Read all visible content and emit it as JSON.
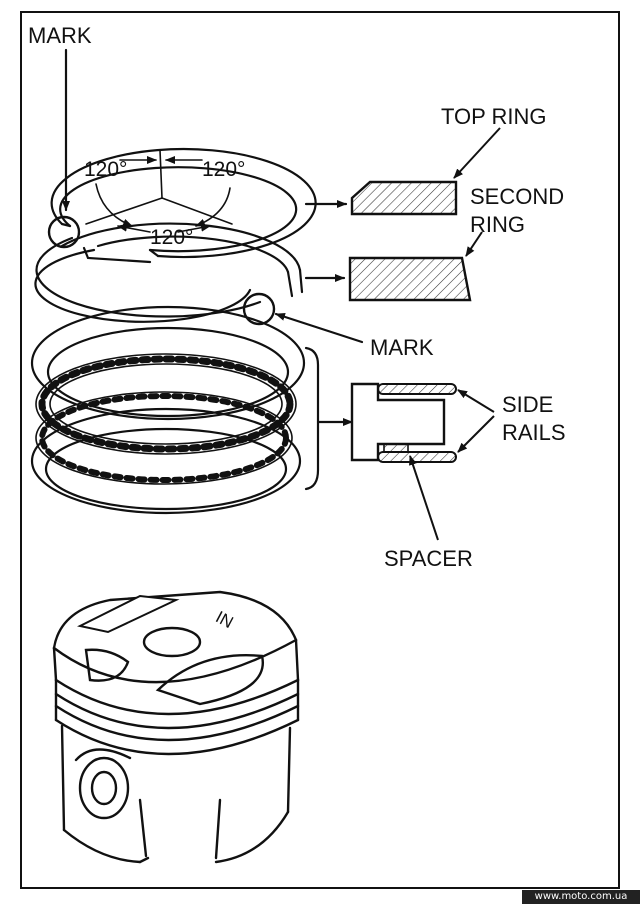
{
  "labels": {
    "mark_top": "MARK",
    "top_ring": "TOP RING",
    "second_ring_line1": "SECOND",
    "second_ring_line2": "RING",
    "mark_mid": "MARK",
    "side_rails_line1": "SIDE",
    "side_rails_line2": "RAILS",
    "spacer": "SPACER"
  },
  "angles": {
    "left": "120°",
    "right": "120°",
    "bottom": "120°"
  },
  "piston_mark": "IN",
  "watermark": "www.moto.com.ua",
  "colors": {
    "line": "#111111",
    "background": "#ffffff",
    "hatch": "#333333"
  }
}
